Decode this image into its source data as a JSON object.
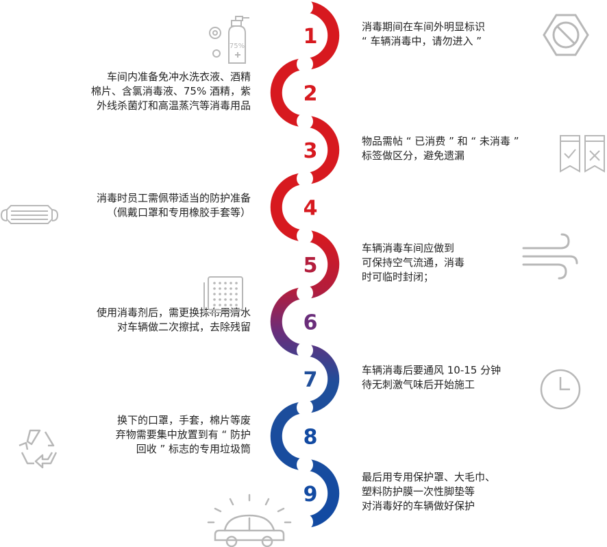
{
  "colors": {
    "red": "#d7191f",
    "crimson": "#b31d3c",
    "purple": "#6a2d7a",
    "navy": "#1f4e9a",
    "blue": "#124aa2",
    "icon_gray": "#b7b7b7"
  },
  "steps": [
    {
      "number": "1",
      "side": "right",
      "icon": "no-entry-icon",
      "lines": [
        "消毒期间在车间外明显标识",
        "“ 车辆消毒中，请勿进入 ”"
      ]
    },
    {
      "number": "2",
      "side": "left",
      "icon": "sanitizer-bottle-icon",
      "icon_text": "75%",
      "lines": [
        "车间内准备免冲水洗衣液、酒精",
        "棉片、含氯消毒液、75% 酒精，紫",
        "外线杀菌灯和高温蒸汽等消毒用品"
      ]
    },
    {
      "number": "3",
      "side": "right",
      "icon": "check-cross-tags-icon",
      "lines": [
        "物品需帖 “ 已消费 ” 和 “ 未消毒 ”",
        "标签做区分，避免遗漏"
      ]
    },
    {
      "number": "4",
      "side": "left",
      "icon": "face-mask-icon",
      "lines": [
        "消毒时员工需佩带适当的防护准备",
        "（佩戴口罩和专用橡胶手套等）"
      ]
    },
    {
      "number": "5",
      "side": "right",
      "icon": "wind-icon",
      "lines": [
        "车辆消毒车间应做到",
        "可保持空气流通，消毒",
        "时可临时封闭；"
      ]
    },
    {
      "number": "6",
      "side": "left",
      "icon": "cleaning-cloth-icon",
      "lines": [
        "使用消毒剂后，需更换抹布用清水",
        "对车辆做二次擦拭，去除残留"
      ]
    },
    {
      "number": "7",
      "side": "right",
      "icon": "clock-icon",
      "lines": [
        "车辆消毒后要通风 10-15 分钟",
        "待无刺激气味后开始施工"
      ]
    },
    {
      "number": "8",
      "side": "left",
      "icon": "recycle-icon",
      "lines": [
        "换下的口罩，手套，棉片等废",
        "弃物需要集中放置到有 “ 防护",
        "回收 ” 标志的专用垃圾筒"
      ]
    },
    {
      "number": "9",
      "side": "right",
      "icon": "car-icon",
      "lines": [
        "最后用专用保护罩、大毛巾、",
        "塑料防护膜一次性脚垫等",
        "对消毒好的车辆做好保护"
      ]
    }
  ]
}
